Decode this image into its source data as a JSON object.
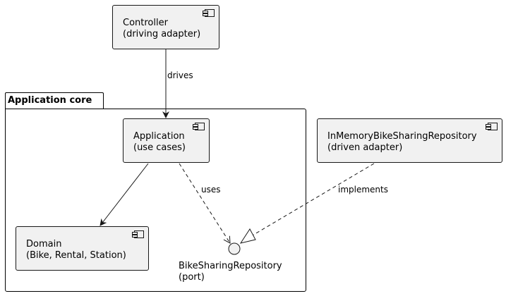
{
  "package": {
    "title": "Application core"
  },
  "components": {
    "controller": {
      "line1": "Controller",
      "line2": "(driving adapter)"
    },
    "application": {
      "line1": "Application",
      "line2": "(use cases)"
    },
    "domain": {
      "line1": "Domain",
      "line2": "(Bike, Rental, Station)"
    },
    "inmemory": {
      "line1": "InMemoryBikeSharingRepository",
      "line2": "(driven adapter)"
    }
  },
  "interface": {
    "line1": "BikeSharingRepository",
    "line2": "(port)"
  },
  "edges": {
    "drives": "drives",
    "uses": "uses",
    "implements": "implements"
  }
}
